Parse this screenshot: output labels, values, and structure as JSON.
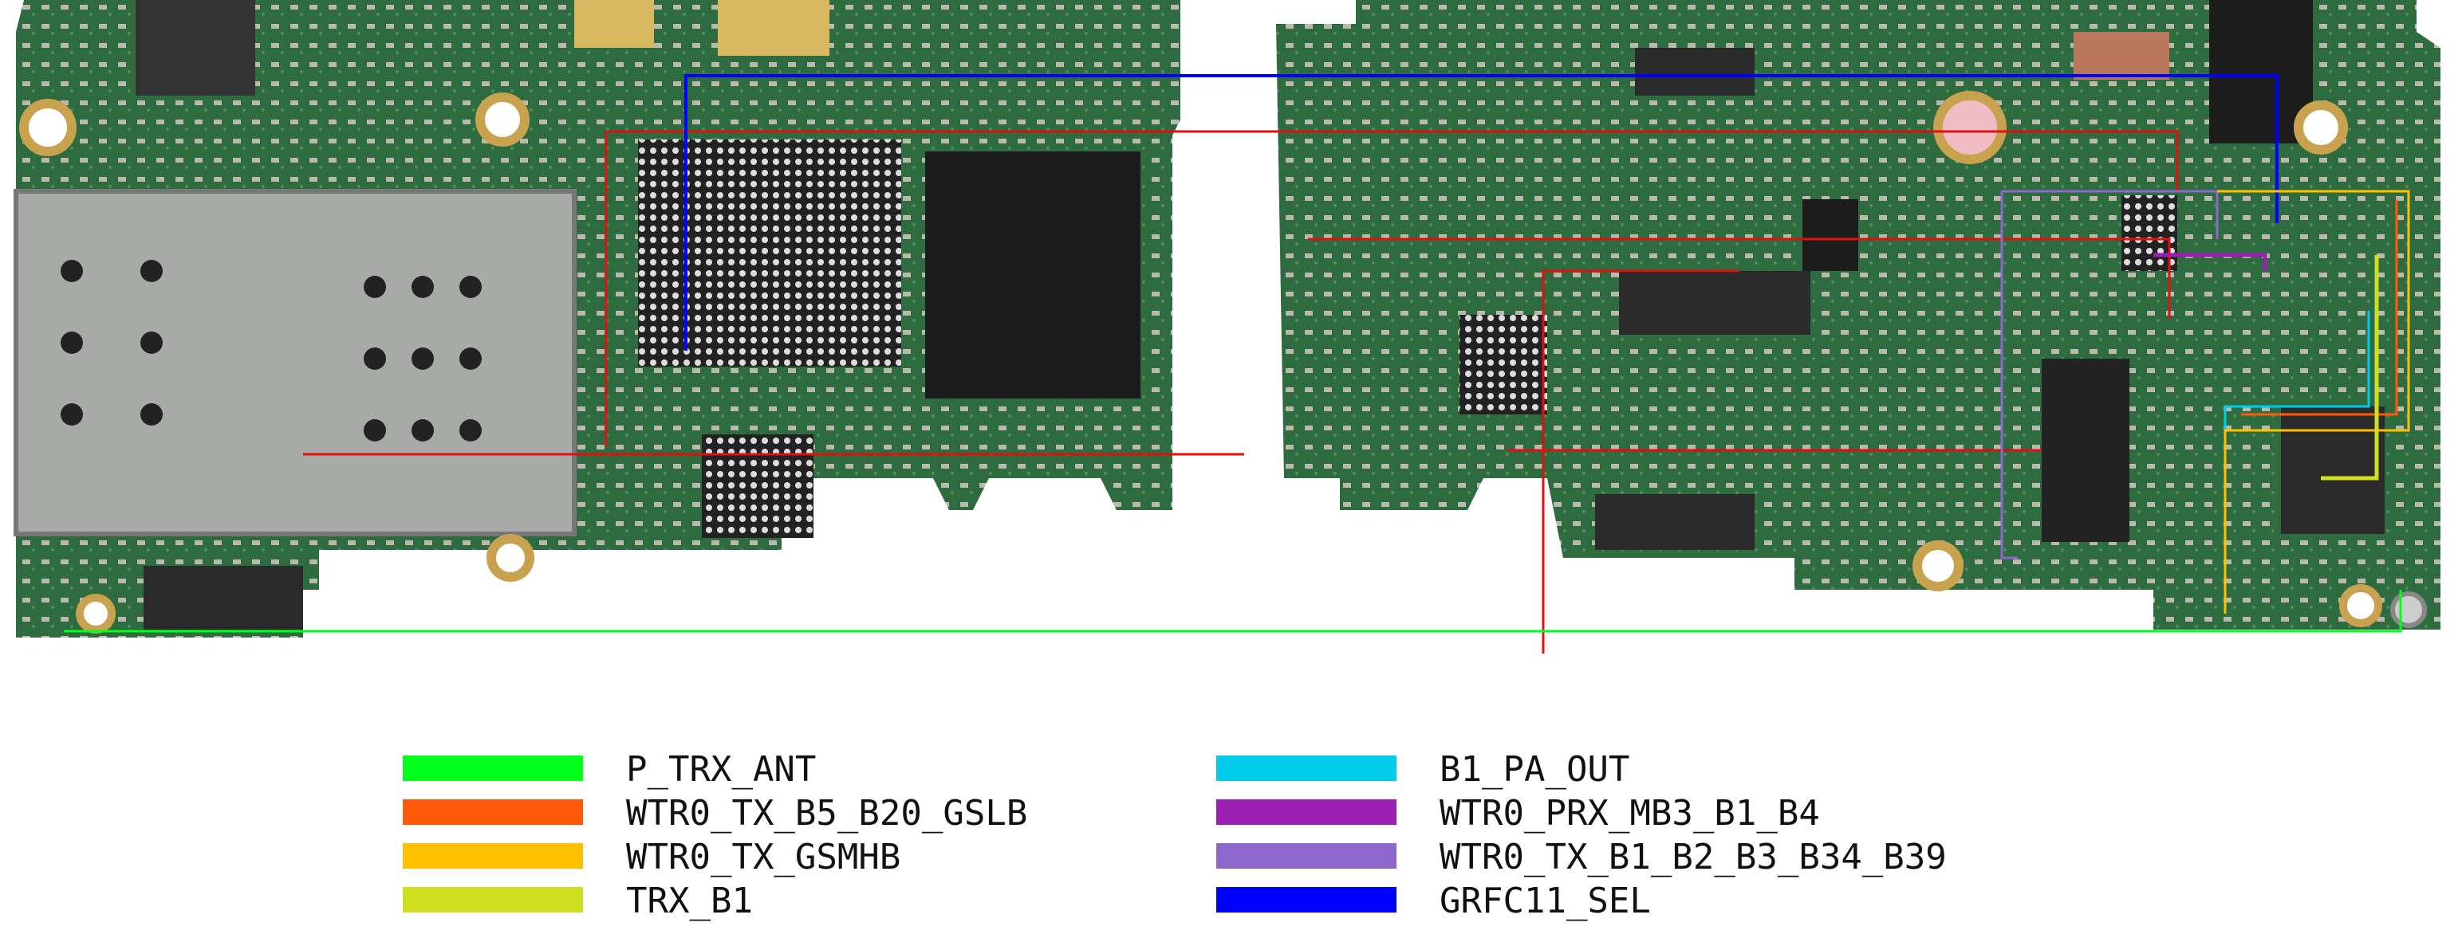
{
  "legend": {
    "left": [
      {
        "label": "P_TRX_ANT",
        "color": "#00ff1a"
      },
      {
        "label": "WTR0_TX_B5_B20_GSLB",
        "color": "#ff5a0a"
      },
      {
        "label": "WTR0_TX_GSMHB",
        "color": "#ffc000"
      },
      {
        "label": "TRX_B1",
        "color": "#cfdf1f"
      }
    ],
    "right": [
      {
        "label": "B1_PA_OUT",
        "color": "#00ccea"
      },
      {
        "label": "WTR0_PRX_MB3_B1_B4",
        "color": "#9b1fb0"
      },
      {
        "label": "WTR0_TX_B1_B2_B3_B34_B39",
        "color": "#8e67cc"
      },
      {
        "label": "GRFC11_SEL",
        "color": "#0000ff"
      }
    ]
  },
  "colors": {
    "pcb": "#2e6b3f",
    "pcb_dark": "#1f4f2e",
    "power_trace": "#e01010"
  }
}
